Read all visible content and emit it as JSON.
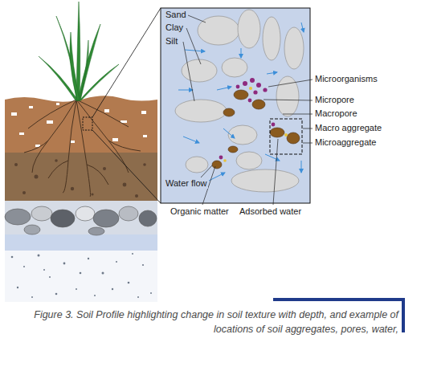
{
  "diagram": {
    "caption": "Figure 3. Soil Profile highlighting change in soil texture with depth, and example of locations of soil aggregates, pores, water,",
    "labels": [
      "Sand",
      "Clay",
      "Silt",
      "Microorganisms",
      "Micropore",
      "Macropore",
      "Macro aggregate",
      "Microaggregate",
      "Water flow",
      "Organic matter",
      "Adsorbed water"
    ]
  }
}
